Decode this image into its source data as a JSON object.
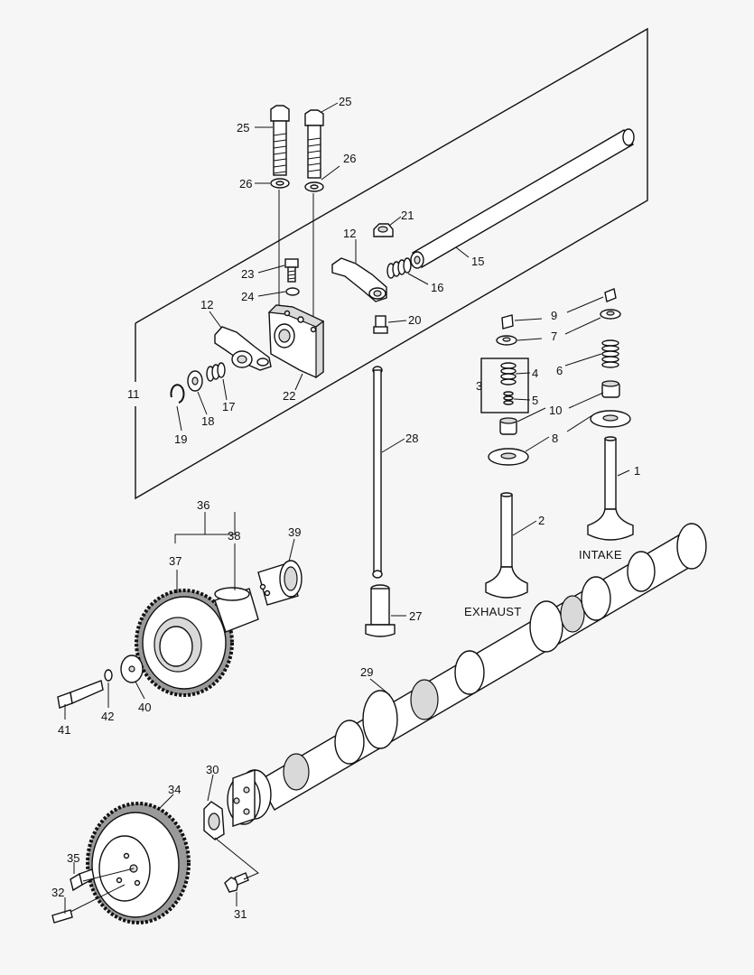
{
  "captions": {
    "intake": "INTAKE",
    "exhaust": "EXHAUST"
  },
  "callouts": [
    {
      "id": "c25a",
      "text": "25"
    },
    {
      "id": "c25b",
      "text": "25"
    },
    {
      "id": "c26a",
      "text": "26"
    },
    {
      "id": "c26b",
      "text": "26"
    },
    {
      "id": "c21",
      "text": "21"
    },
    {
      "id": "c12a",
      "text": "12"
    },
    {
      "id": "c15",
      "text": "15"
    },
    {
      "id": "c16",
      "text": "16"
    },
    {
      "id": "c23",
      "text": "23"
    },
    {
      "id": "c24",
      "text": "24"
    },
    {
      "id": "c20",
      "text": "20"
    },
    {
      "id": "c12b",
      "text": "12"
    },
    {
      "id": "c11",
      "text": "11"
    },
    {
      "id": "c22",
      "text": "22"
    },
    {
      "id": "c17",
      "text": "17"
    },
    {
      "id": "c18",
      "text": "18"
    },
    {
      "id": "c19",
      "text": "19"
    },
    {
      "id": "c9",
      "text": "9"
    },
    {
      "id": "c7",
      "text": "7"
    },
    {
      "id": "c6",
      "text": "6"
    },
    {
      "id": "c4",
      "text": "4"
    },
    {
      "id": "c3",
      "text": "3"
    },
    {
      "id": "c5",
      "text": "5"
    },
    {
      "id": "c10",
      "text": "10"
    },
    {
      "id": "c8",
      "text": "8"
    },
    {
      "id": "c28",
      "text": "28"
    },
    {
      "id": "c1",
      "text": "1"
    },
    {
      "id": "c2",
      "text": "2"
    },
    {
      "id": "c36",
      "text": "36"
    },
    {
      "id": "c38",
      "text": "38"
    },
    {
      "id": "c39",
      "text": "39"
    },
    {
      "id": "c37",
      "text": "37"
    },
    {
      "id": "c27",
      "text": "27"
    },
    {
      "id": "c29",
      "text": "29"
    },
    {
      "id": "c41",
      "text": "41"
    },
    {
      "id": "c42",
      "text": "42"
    },
    {
      "id": "c40",
      "text": "40"
    },
    {
      "id": "c30",
      "text": "30"
    },
    {
      "id": "c34",
      "text": "34"
    },
    {
      "id": "c35",
      "text": "35"
    },
    {
      "id": "c32",
      "text": "32"
    },
    {
      "id": "c31",
      "text": "31"
    }
  ]
}
